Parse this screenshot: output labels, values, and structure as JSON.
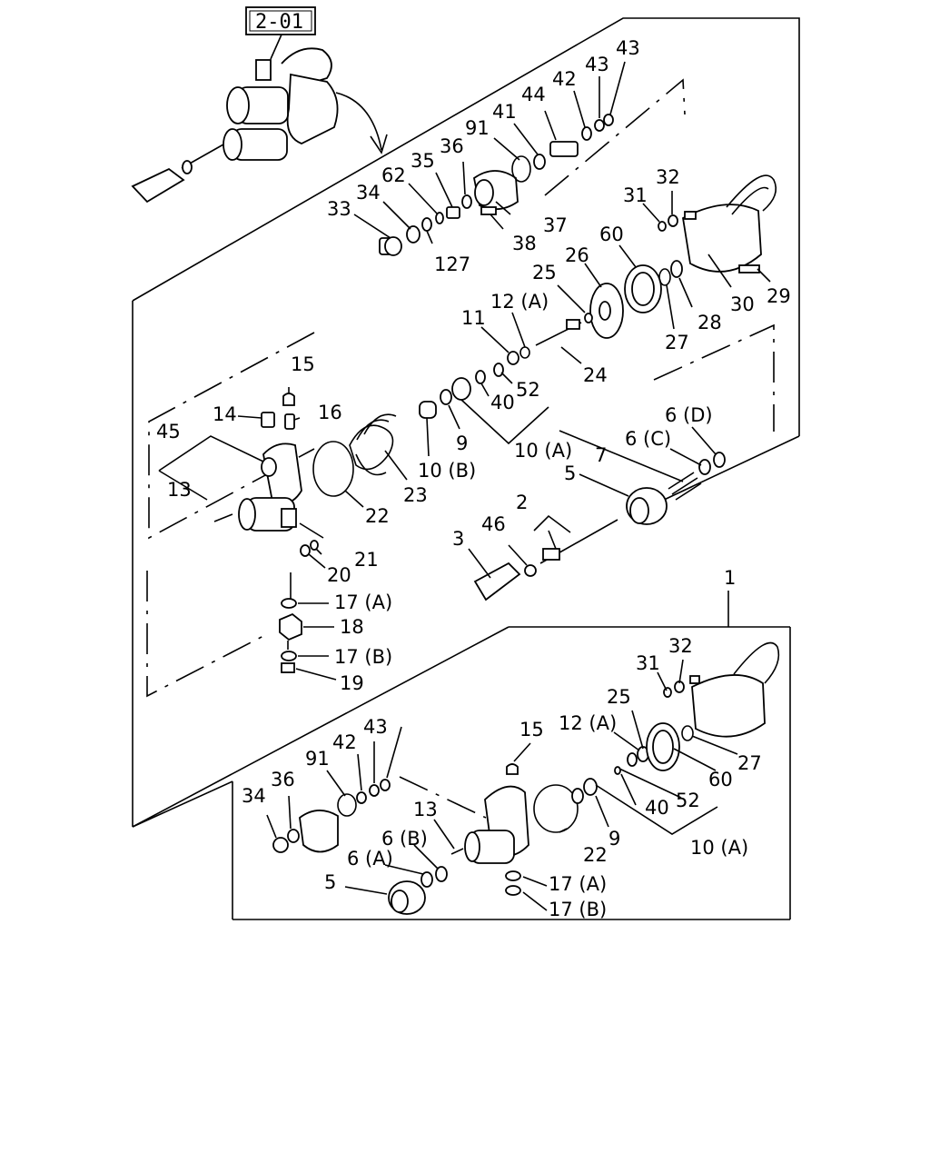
{
  "reference_code": "2-01",
  "labels": {
    "l1": "1",
    "l2": "2",
    "l3": "3",
    "l5a": "5",
    "l5b": "5",
    "l6d": "6 (D)",
    "l6c": "6 (C)",
    "l6b": "6 (B)",
    "l6a": "6 (A)",
    "l7": "7",
    "l9a": "9",
    "l9b": "9",
    "l10a": "10 (A)",
    "l10b": "10 (B)",
    "l10c": "10 (A)",
    "l11": "11",
    "l12a": "12 (A)",
    "l12b": "12 (A)",
    "l13a": "13",
    "l13b": "13",
    "l14": "14",
    "l15a": "15",
    "l15b": "15",
    "l16": "16",
    "l17a": "17 (A)",
    "l17b": "17 (B)",
    "l17c": "17 (A)",
    "l17d": "17 (B)",
    "l18": "18",
    "l19": "19",
    "l20": "20",
    "l21": "21",
    "l22a": "22",
    "l22b": "22",
    "l23": "23",
    "l24": "24",
    "l25a": "25",
    "l25b": "25",
    "l26": "26",
    "l27a": "27",
    "l27b": "27",
    "l28": "28",
    "l29": "29",
    "l30": "30",
    "l31a": "31",
    "l31b": "31",
    "l32a": "32",
    "l32b": "32",
    "l33": "33",
    "l34a": "34",
    "l34b": "34",
    "l35": "35",
    "l36a": "36",
    "l36b": "36",
    "l37": "37",
    "l38": "38",
    "l40a": "40",
    "l40b": "40",
    "l41": "41",
    "l42a": "42",
    "l42b": "42",
    "l43a": "43",
    "l43b": "43",
    "l43c": "43",
    "l44": "44",
    "l45": "45",
    "l46": "46",
    "l52a": "52",
    "l52b": "52",
    "l60a": "60",
    "l60b": "60",
    "l62": "62",
    "l91a": "91",
    "l91b": "91",
    "l127": "127"
  }
}
